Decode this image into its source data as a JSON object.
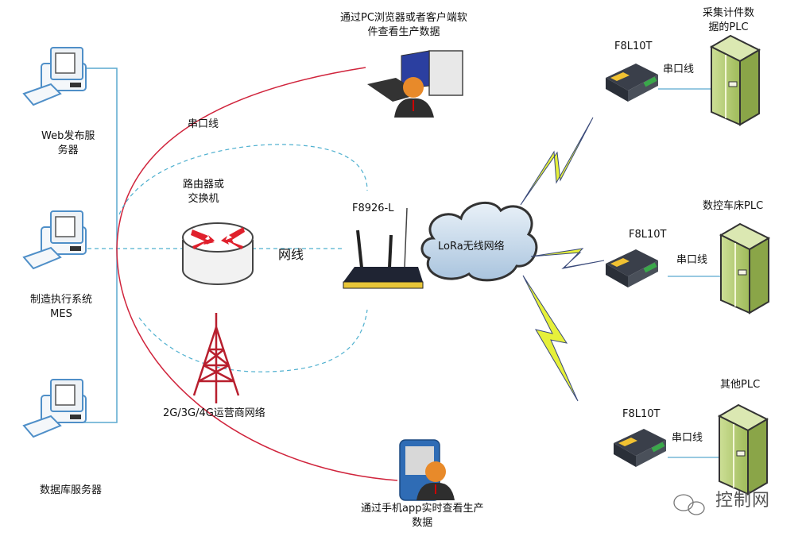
{
  "diagram": {
    "left_servers": [
      {
        "id": "web-server",
        "label_line1": "Web发布服",
        "label_line2": "务器"
      },
      {
        "id": "mes",
        "label_line1": "制造执行系统",
        "label_line2": "MES"
      },
      {
        "id": "db-server",
        "label_line1": "数据库服务器",
        "label_line2": ""
      }
    ],
    "pc_client": {
      "label_line1": "通过PC浏览器或者客户端软",
      "label_line2": "件查看生产数据"
    },
    "mobile_client": {
      "label_line1": "通过手机app实时查看生产",
      "label_line2": "数据"
    },
    "serial_line_label": "串口线",
    "router_switch": {
      "label_line1": "路由器或",
      "label_line2": "交换机"
    },
    "network_cable_label": "网线",
    "gateway": {
      "label": "F8926-L"
    },
    "cell_tower": {
      "label": "2G/3G/4G运营商网络"
    },
    "lora_cloud": {
      "label": "LoRa无线网络"
    },
    "terminals": [
      {
        "device": "F8L10T",
        "link": "串口线",
        "plc_line1": "采集计件数",
        "plc_line2": "据的PLC"
      },
      {
        "device": "F8L10T",
        "link": "串口线",
        "plc_line1": "数控车床PLC",
        "plc_line2": ""
      },
      {
        "device": "F8L10T",
        "link": "串口线",
        "plc_line1": "其他PLC",
        "plc_line2": ""
      }
    ],
    "watermark": "控制网",
    "colors": {
      "red_line": "#d0243c",
      "blue_line": "#5aa9cf",
      "dashed_line": "#4fb0cf",
      "lightning": "#e6f03a",
      "tower": "#b81f2e",
      "plc_green": "#b8cf7a"
    }
  }
}
